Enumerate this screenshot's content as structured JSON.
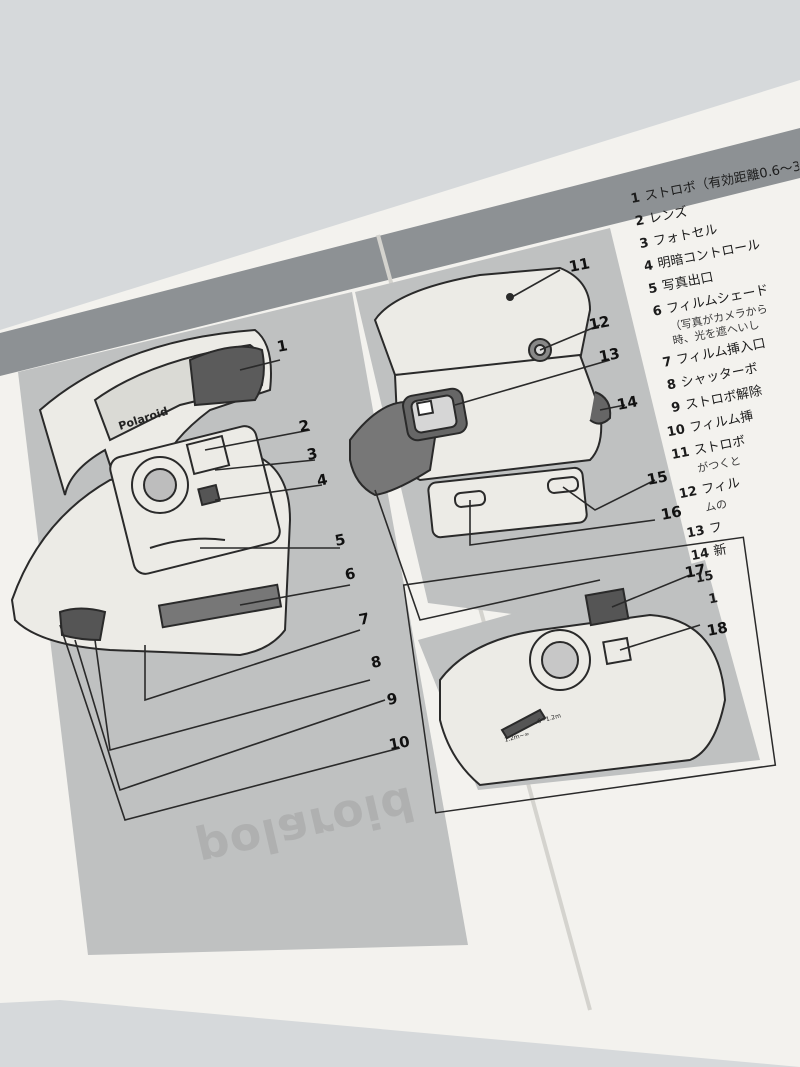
{
  "camera_brand": "Polaroid",
  "watermark_text": "polaroid",
  "dial": {
    "left_label": "1.2m~∞",
    "right_label": ".6~1.2m"
  },
  "callouts": [
    "1",
    "2",
    "3",
    "4",
    "5",
    "6",
    "7",
    "8",
    "9",
    "10",
    "11",
    "12",
    "13",
    "14",
    "15",
    "16",
    "17",
    "18"
  ],
  "legend": [
    {
      "num": "1",
      "text": "ストロボ（有効距離0.6～3",
      "note": ""
    },
    {
      "num": "2",
      "text": "レンズ",
      "note": ""
    },
    {
      "num": "3",
      "text": "フォトセル",
      "note": ""
    },
    {
      "num": "4",
      "text": "明暗コントロール",
      "note": ""
    },
    {
      "num": "5",
      "text": "写真出口",
      "note": ""
    },
    {
      "num": "6",
      "text": "フィルムシェード",
      "note": "（写真がカメラから",
      "note2": "時、光を遮へいし"
    },
    {
      "num": "7",
      "text": "フィルム挿入口",
      "note": ""
    },
    {
      "num": "8",
      "text": "シャッターボ",
      "note": ""
    },
    {
      "num": "9",
      "text": "ストロボ解除",
      "note": ""
    },
    {
      "num": "10",
      "text": "フィルム挿",
      "note": ""
    },
    {
      "num": "11",
      "text": "ストロボ",
      "note": "がつくと"
    },
    {
      "num": "12",
      "text": "フィル",
      "note": "ムの"
    },
    {
      "num": "13",
      "text": "フ",
      "note": ""
    },
    {
      "num": "14",
      "text": "新",
      "note": ""
    },
    {
      "num": "15",
      "text": "",
      "note": ""
    },
    {
      "num": "1",
      "text": "",
      "note": ""
    }
  ],
  "colors": {
    "background": "#d6d9db",
    "paper": "#f3f2ee",
    "header_band": "#8d9194",
    "diagram_fill": "#bfc1c1",
    "camera_body": "#ecebe6",
    "line": "#2a2a2a"
  }
}
